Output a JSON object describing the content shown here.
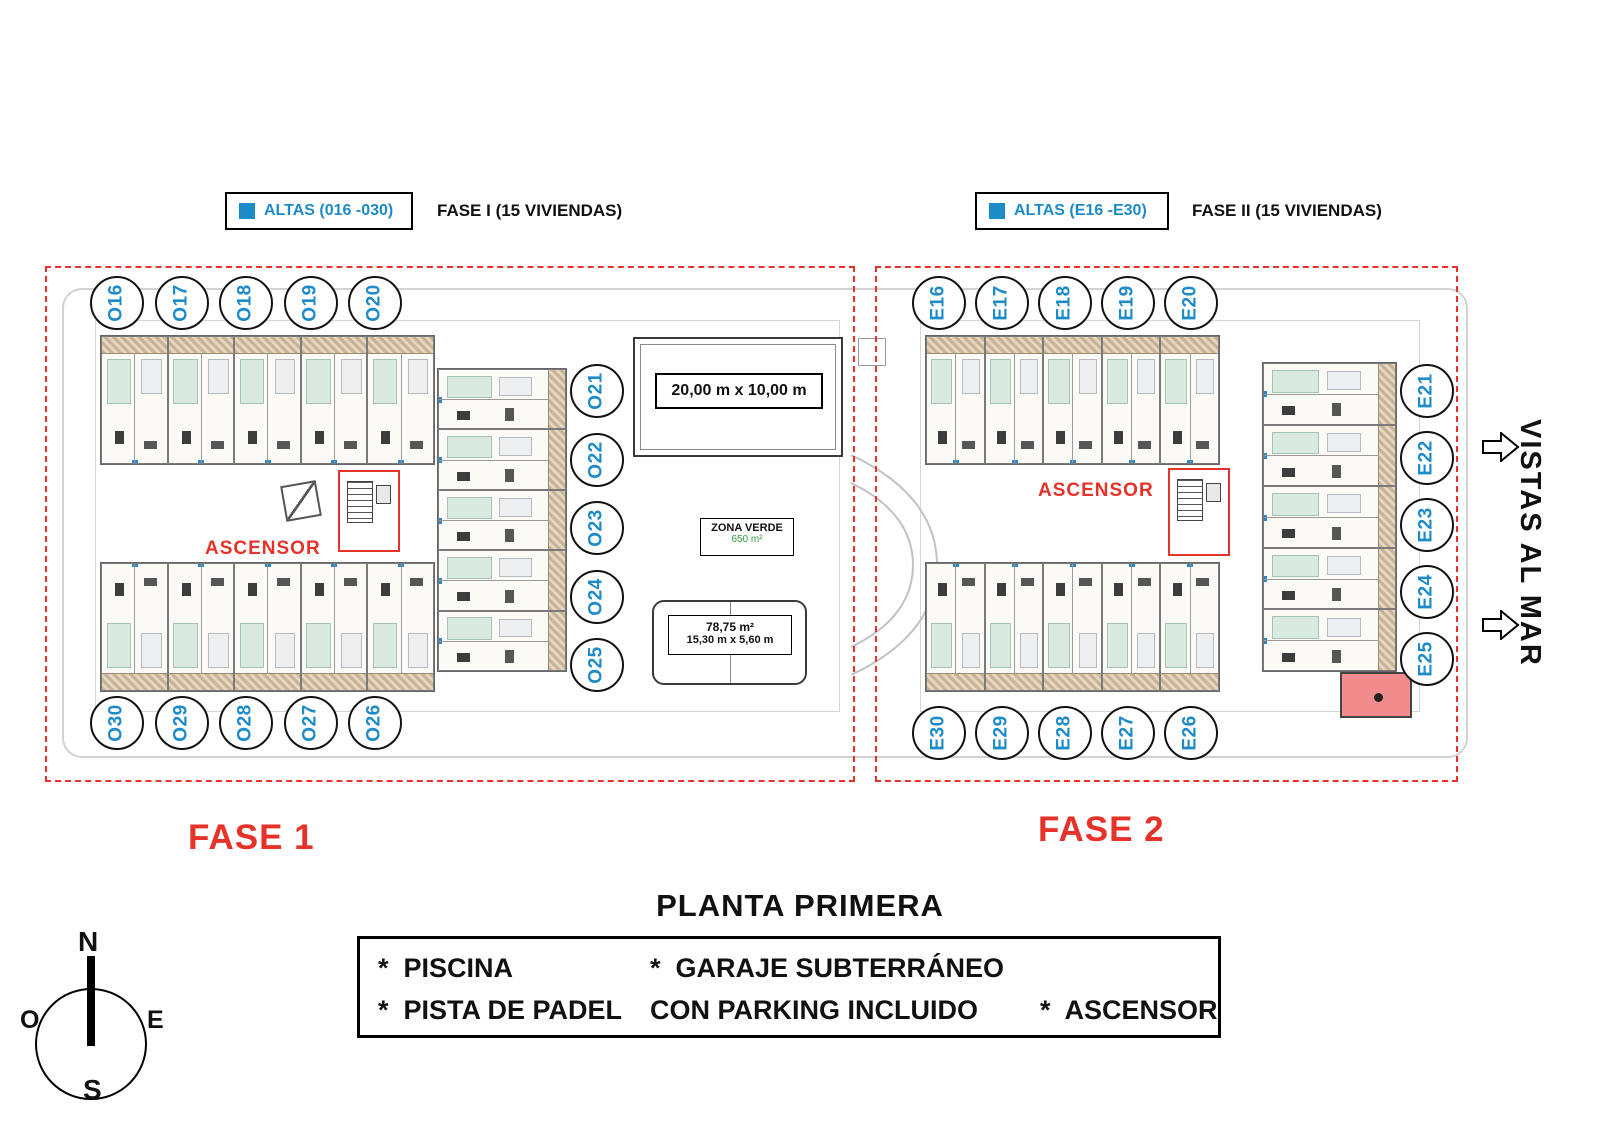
{
  "title": "PLANTA PRIMERA",
  "legend": {
    "fase1": {
      "altas": "ALTAS (016 -030)",
      "fase": "FASE I (15 VIVIENDAS)"
    },
    "fase2": {
      "altas": "ALTAS (E16 -E30)",
      "fase": "FASE II (15 VIVIENDAS)"
    },
    "swatch_color": "#1e8bc9"
  },
  "fase1": {
    "name": "FASE 1",
    "top_units": [
      "O16",
      "O17",
      "O18",
      "O19",
      "O20"
    ],
    "middle_units": [
      "O21",
      "O22",
      "O23",
      "O24",
      "O25"
    ],
    "bottom_units": [
      "O30",
      "O29",
      "O28",
      "O27",
      "O26"
    ],
    "ascensor_label": "ASCENSOR",
    "pool_label": "20,00 m x 10,00 m",
    "zona_verde": {
      "line1": "ZONA VERDE",
      "line2": "650 m²"
    },
    "padel": {
      "line1": "78,75 m²",
      "line2": "15,30 m x 5,60 m"
    }
  },
  "fase2": {
    "name": "FASE 2",
    "top_units": [
      "E16",
      "E17",
      "E18",
      "E19",
      "E20"
    ],
    "right_units": [
      "E21",
      "E22",
      "E23",
      "E24",
      "E25"
    ],
    "bottom_units": [
      "E30",
      "E29",
      "E28",
      "E27",
      "E26"
    ],
    "ascensor_label": "ASCENSOR"
  },
  "vistas_al_mar": "VISTAS AL MAR",
  "features": {
    "row1": [
      "*  PISCINA",
      "*  GARAJE SUBTERRÁNEO"
    ],
    "row2": [
      "*  PISTA DE PADEL",
      "CON PARKING INCLUIDO",
      "*  ASCENSOR"
    ]
  },
  "compass": {
    "n": "N",
    "s": "S",
    "e": "E",
    "o": "O"
  },
  "colors": {
    "accent_red": "#e63229",
    "label_blue": "#1e8bc9",
    "terrace_tan": "#c9b295",
    "room_mint": "#d9ebe0",
    "pink_highlight": "#f28b8b"
  }
}
